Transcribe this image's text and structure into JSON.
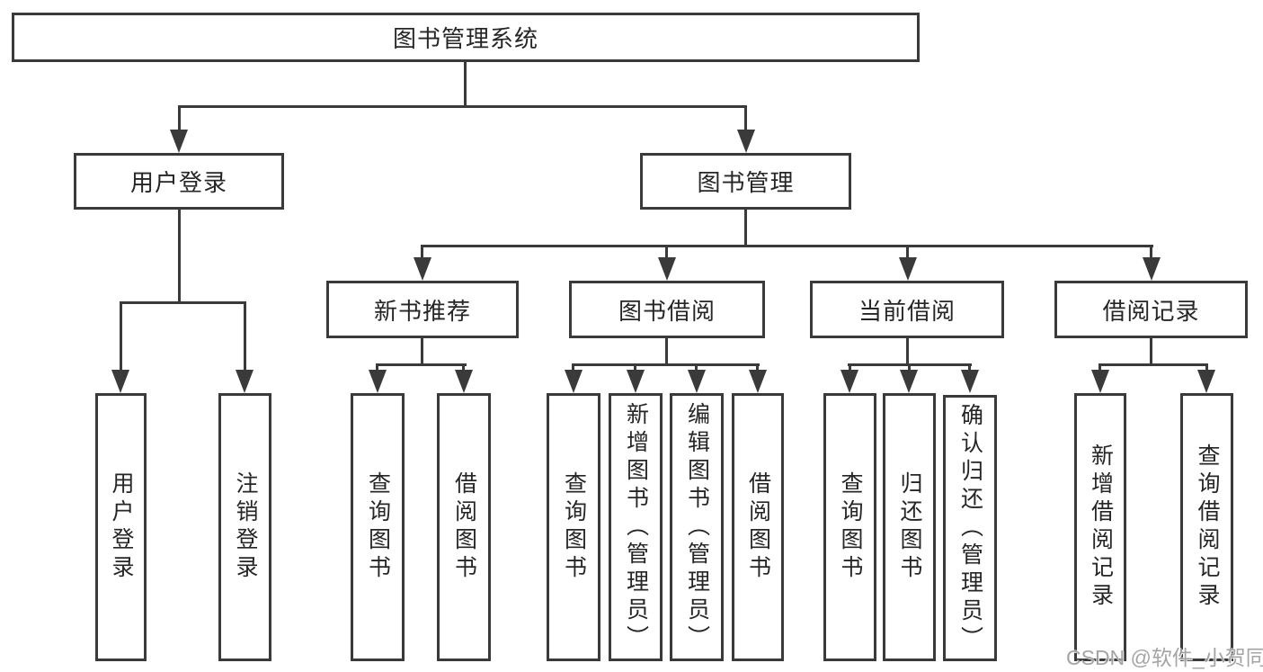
{
  "diagram_type": "functional-structure-tree",
  "tree": {
    "label": "图书管理系统",
    "children": [
      {
        "label": "用户登录",
        "children": [
          {
            "label": "用户登录"
          },
          {
            "label": "注销登录"
          }
        ]
      },
      {
        "label": "图书管理",
        "children": [
          {
            "label": "新书推荐",
            "children": [
              {
                "label": "查询图书"
              },
              {
                "label": "借阅图书"
              }
            ]
          },
          {
            "label": "图书借阅",
            "children": [
              {
                "label": "查询图书"
              },
              {
                "label": "新增图书（管理员）"
              },
              {
                "label": "编辑图书（管理员）"
              },
              {
                "label": "借阅图书"
              }
            ]
          },
          {
            "label": "当前借阅",
            "children": [
              {
                "label": "查询图书"
              },
              {
                "label": "归还图书"
              },
              {
                "label": "确认归还（管理员）"
              }
            ]
          },
          {
            "label": "借阅记录",
            "children": [
              {
                "label": "新增借阅记录"
              },
              {
                "label": "查询借阅记录"
              }
            ]
          }
        ]
      }
    ]
  },
  "colors": {
    "line": "#3a3a3a",
    "text": "#262626",
    "background": "#ffffff",
    "watermark": "#949494"
  },
  "watermark": {
    "text": "CSDN @软件_小贺同学"
  }
}
